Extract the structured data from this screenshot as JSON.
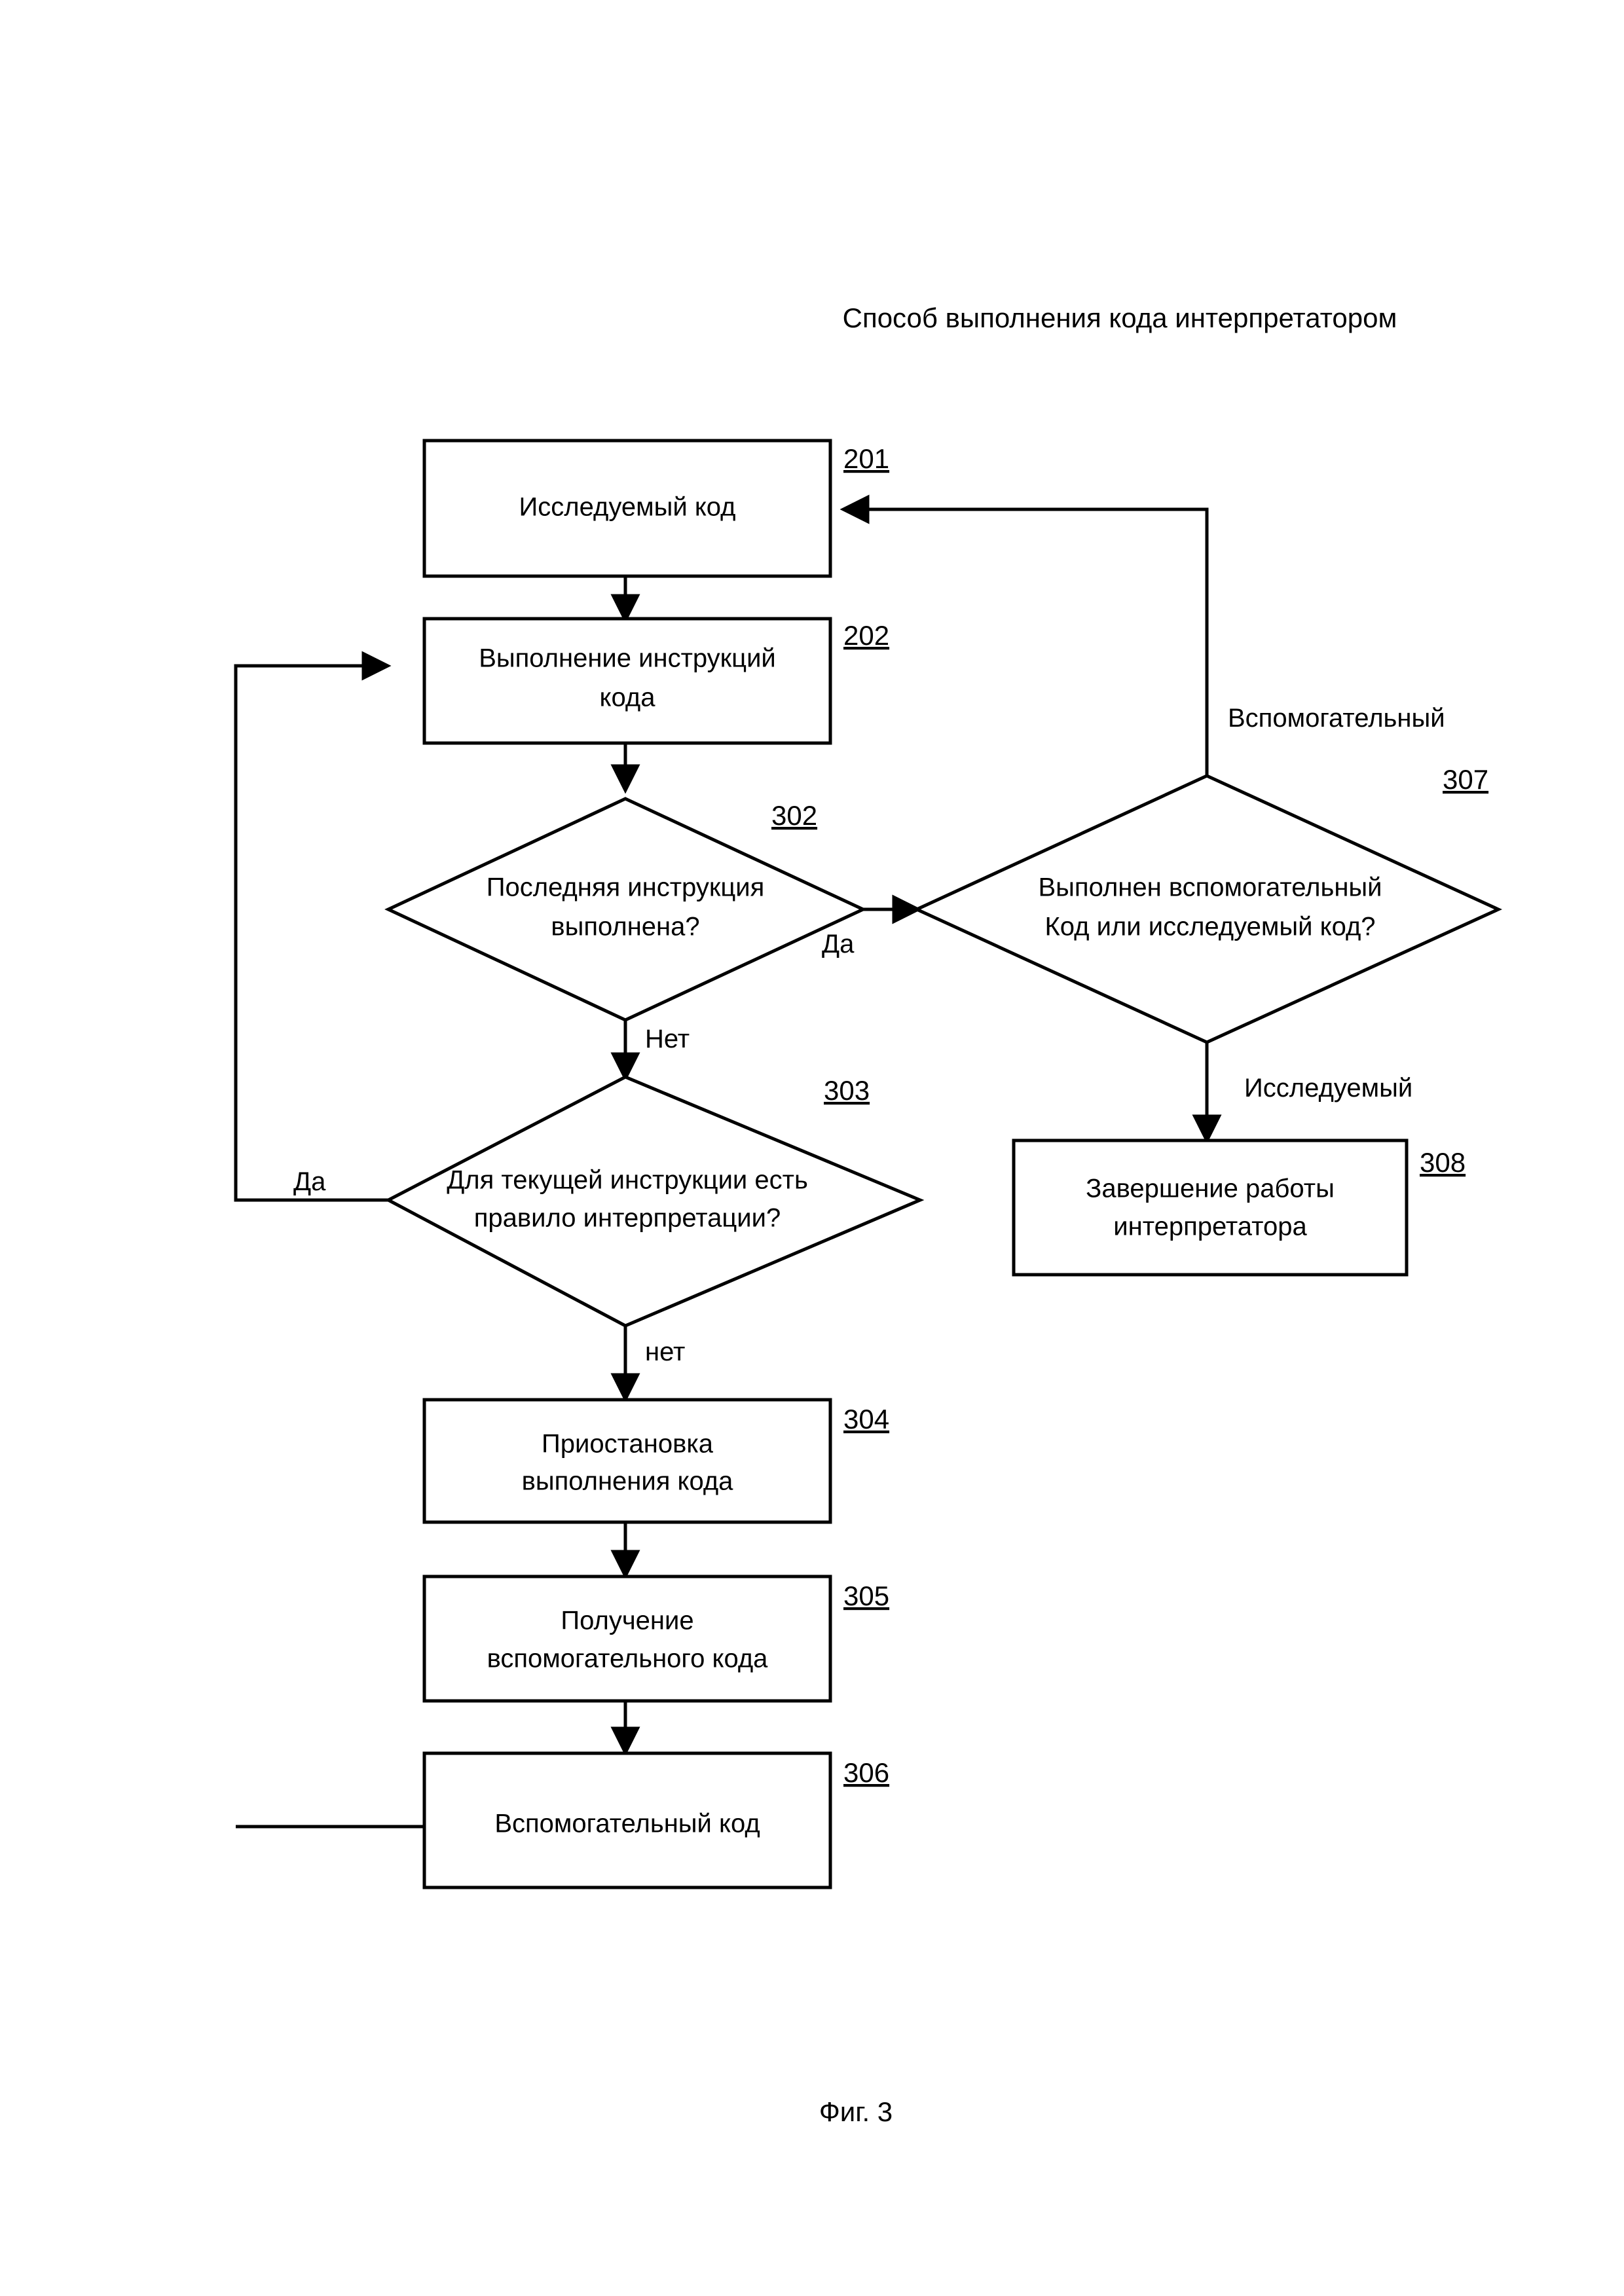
{
  "figure": {
    "title": "Способ выполнения кода интерпретатором",
    "caption": "Фиг. 3",
    "type": "flowchart",
    "language": "ru"
  },
  "nodes": {
    "n201": {
      "ref": "201",
      "shape": "rectangle",
      "lines": [
        "Исследуемый код"
      ]
    },
    "n202": {
      "ref": "202",
      "shape": "rectangle",
      "lines": [
        "Выполнение инструкций",
        "кода"
      ]
    },
    "n302": {
      "ref": "302",
      "shape": "diamond",
      "lines": [
        "Последняя инструкция",
        "выполнена?"
      ]
    },
    "n303": {
      "ref": "303",
      "shape": "diamond",
      "lines": [
        "Для текущей инструкции есть",
        "правило интерпретации?"
      ]
    },
    "n304": {
      "ref": "304",
      "shape": "rectangle",
      "lines": [
        "Приостановка",
        "выполнения кода"
      ]
    },
    "n305": {
      "ref": "305",
      "shape": "rectangle",
      "lines": [
        "Получение",
        "вспомогательного кода"
      ]
    },
    "n306": {
      "ref": "306",
      "shape": "rectangle",
      "lines": [
        "Вспомогательный код"
      ]
    },
    "n307": {
      "ref": "307",
      "shape": "diamond",
      "lines": [
        "Выполнен вспомогательный",
        "Код или исследуемый код?"
      ]
    },
    "n308": {
      "ref": "308",
      "shape": "rectangle",
      "lines": [
        "Завершение работы",
        "интерпретатора"
      ]
    }
  },
  "edge_labels": {
    "e302_yes": "Да",
    "e302_no": "Нет",
    "e303_yes": "Да",
    "e303_no": "нет",
    "e307_aux": "Вспомогательный",
    "e307_subject": "Исследуемый"
  },
  "colors": {
    "ink": "#000000",
    "paper": "#ffffff"
  }
}
